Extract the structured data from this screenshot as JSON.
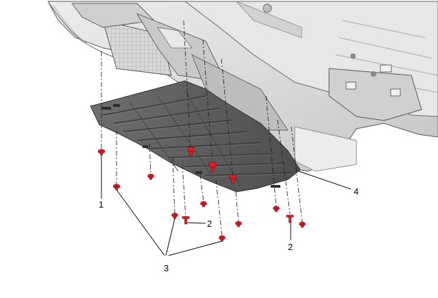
{
  "diagram": {
    "callouts": {
      "c1": "1",
      "c2a": "2",
      "c2b": "2",
      "c3": "3",
      "c4": "4"
    },
    "colors": {
      "body": "#dcdcdc",
      "body_dark": "#9c9c9c",
      "undercover": "#5f5f5f",
      "undercover_dark": "#3c3c3c",
      "fastener": "#d8202a"
    }
  }
}
